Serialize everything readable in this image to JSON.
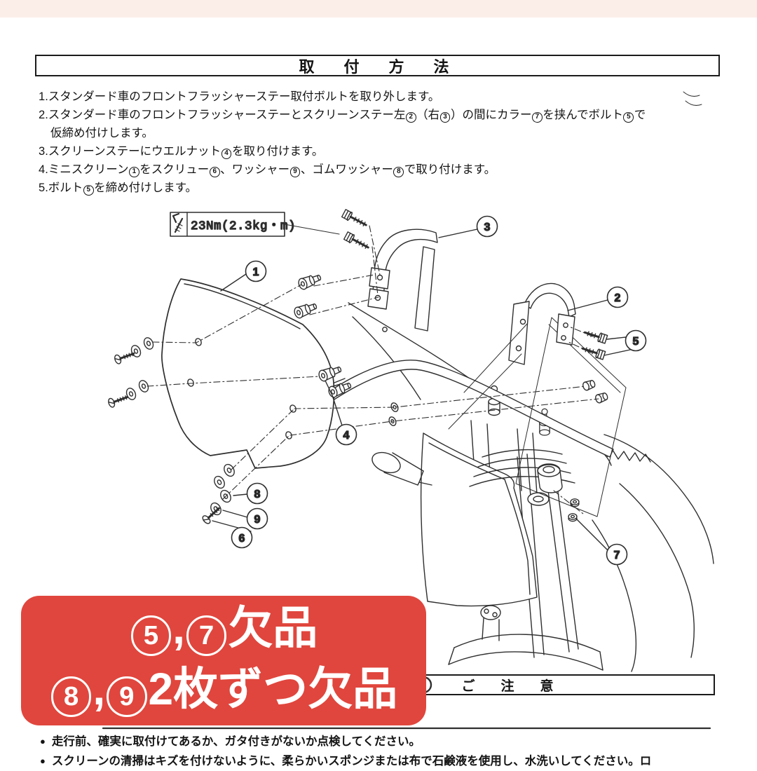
{
  "page": {
    "top_strip_color": "#fbeee8",
    "accent_red": "#e0463d"
  },
  "header": {
    "title": "取　付　方　法"
  },
  "instructions": {
    "lines": [
      "1.スタンダード車のフロントフラッシャーステー取付ボルトを取り外します。",
      "2.スタンダード車のフロントフラッシャーステーとスクリーンステー左②（右③）の間にカラー⑦を挟んでボルト⑤で",
      "仮締め付けします。",
      "3.スクリーンステーにウエルナット④を取り付けます。",
      "4.ミニスクリーン①をスクリュー⑥、ワッシャー⑨、ゴムワッシャー⑧で取り付けます。",
      "5.ボルト⑤を締め付けします。"
    ]
  },
  "diagram": {
    "torque_label": "23Nm(2.3kg・m)",
    "torque_icon": "torque-wrench-icon",
    "callouts": [
      "1",
      "2",
      "3",
      "4",
      "5",
      "6",
      "7",
      "8",
      "9"
    ]
  },
  "missing_banner": {
    "line1": "⑤,⑦欠品",
    "line2": "⑧,⑨2枚ずつ欠品",
    "bg_color": "#e0463d",
    "text_color": "#ffffff"
  },
  "caution": {
    "title": "ご　注　意",
    "bullet_glyph": "●",
    "bullets": [
      "走行前、確実に取付けてあるか、ガタ付きがないか点検してください。",
      "スクリーンの清掃はキズを付けないように、柔らかいスポンジまたは布で石鹸液を使用し、水洗いしてください。ロ"
    ]
  }
}
